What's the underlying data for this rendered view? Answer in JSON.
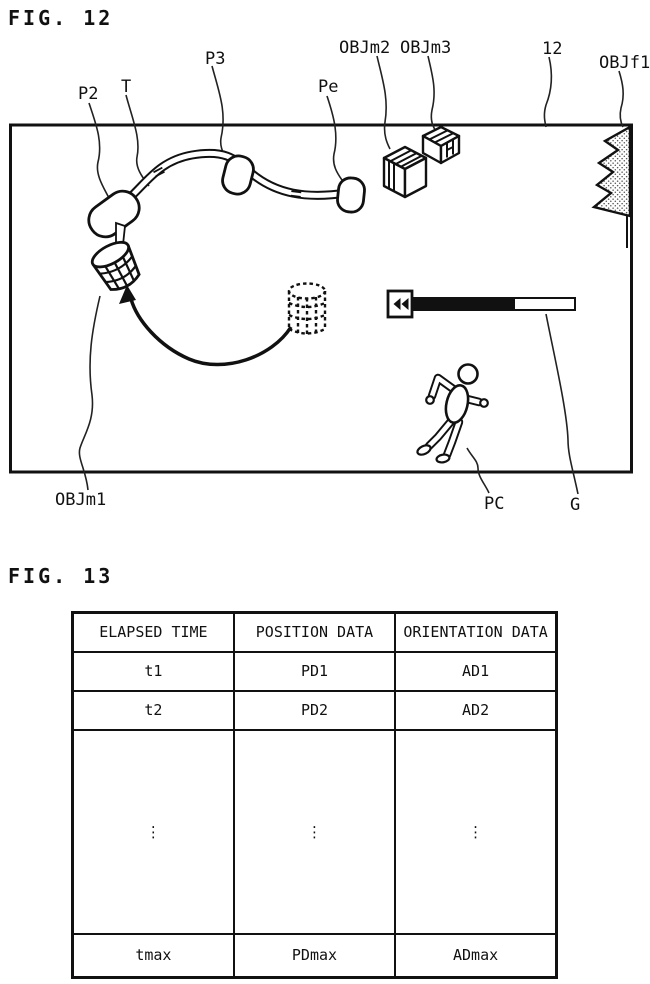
{
  "fig12": {
    "title": "FIG. 12",
    "labels": {
      "p2": "P2",
      "t": "T",
      "p3": "P3",
      "pe": "Pe",
      "objm2": "OBJm2",
      "objm3": "OBJm3",
      "ref12": "12",
      "objf1": "OBJf1",
      "objm1": "OBJm1",
      "pc": "PC",
      "g": "G"
    },
    "gauge": {
      "icon": "rewind-double-left-triangle",
      "fill_ratio": 0.63
    }
  },
  "fig13": {
    "title": "FIG. 13",
    "table": {
      "headers": [
        "ELAPSED TIME",
        "POSITION DATA",
        "ORIENTATION DATA"
      ],
      "rows": [
        [
          "t1",
          "PD1",
          "AD1"
        ],
        [
          "t2",
          "PD2",
          "AD2"
        ],
        [
          "⋮",
          "⋮",
          "⋮"
        ],
        [
          "tmax",
          "PDmax",
          "ADmax"
        ]
      ]
    }
  },
  "colors": {
    "ink": "#111111",
    "background": "#ffffff"
  }
}
